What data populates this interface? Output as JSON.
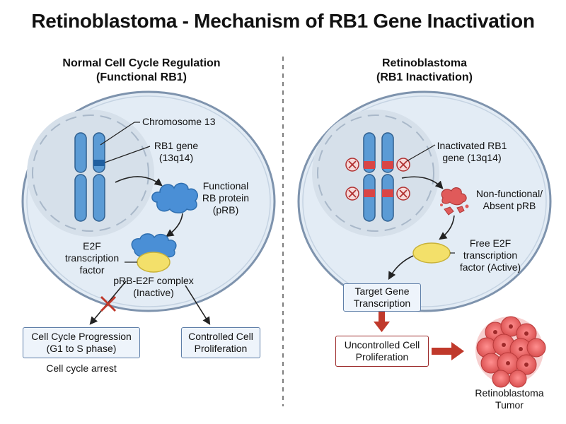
{
  "title": "Retinoblastoma - Mechanism of RB1 Gene Inactivation",
  "left": {
    "heading_line1": "Normal Cell Cycle Regulation",
    "heading_line2": "(Functional RB1)",
    "chromosome_label": "Chromosome 13",
    "rb1_gene_line1": "RB1 gene",
    "rb1_gene_line2": "(13q14)",
    "protein_line1": "Functional",
    "protein_line2": "RB protein",
    "protein_line3": "(pRB)",
    "e2f_line1": "E2F",
    "e2f_line2": "transcription",
    "e2f_line3": "factor",
    "complex_line1": "pRB-E2F complex",
    "complex_line2": "(Inactive)",
    "box_progression_line1": "Cell Cycle Progression",
    "box_progression_line2": "(G1 to S phase)",
    "arrest_label": "Cell cycle arrest",
    "box_controlled_line1": "Controlled Cell",
    "box_controlled_line2": "Proliferation"
  },
  "right": {
    "heading_line1": "Retinoblastoma",
    "heading_line2": "(RB1 Inactivation)",
    "inactivated_line1": "Inactivated RB1",
    "inactivated_line2": "gene (13q14)",
    "nonfunctional_line1": "Non-functional/",
    "nonfunctional_line2": "Absent pRB",
    "free_e2f_line1": "Free E2F",
    "free_e2f_line2": "transcription",
    "free_e2f_line3": "factor (Active)",
    "box_target_line1": "Target Gene",
    "box_target_line2": "Transcription",
    "box_uncontrolled_line1": "Uncontrolled Cell",
    "box_uncontrolled_line2": "Proliferation",
    "tumor_line1": "Retinoblastoma",
    "tumor_line2": "Tumor"
  },
  "colors": {
    "cell_fill": "#e3ecf5",
    "cell_stroke": "#7e93ad",
    "nucleus_fill": "#d6e0ea",
    "chromosome_fill": "#5b9bd5",
    "chromosome_stroke": "#2f5f8f",
    "rb1_band": "#1f5fa0",
    "mutation_red": "#d94545",
    "protein_blue": "#4a8fd6",
    "e2f_yellow": "#f3e06a",
    "arrow_red": "#c0392b",
    "tumor_red": "#e05a5a",
    "divider": "#555555"
  }
}
